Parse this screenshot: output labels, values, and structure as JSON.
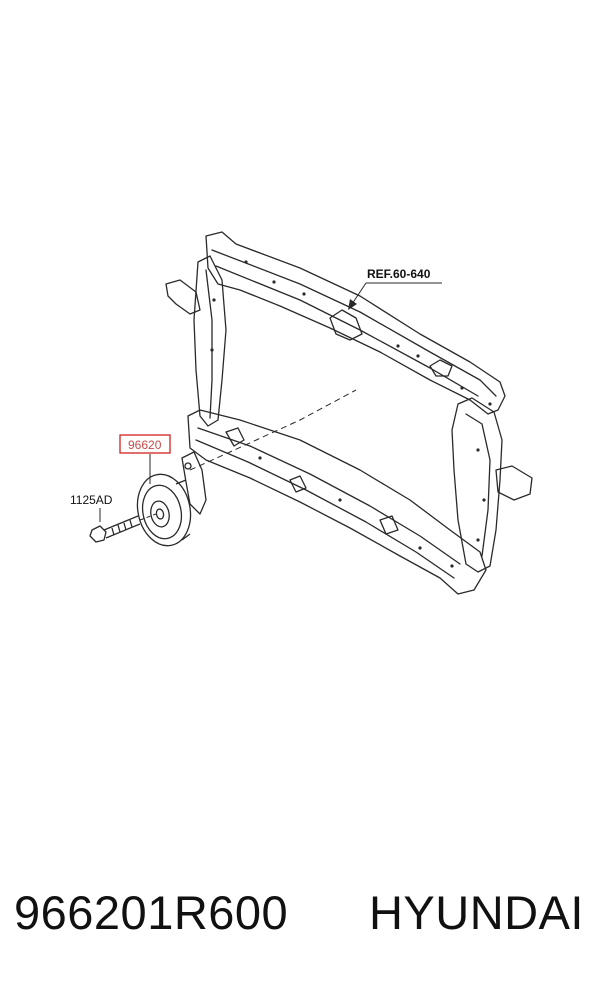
{
  "diagram": {
    "labels": {
      "ref": "REF.60-640",
      "part": "96620",
      "bolt": "1125AD"
    },
    "colors": {
      "line": "#2a2a2a",
      "highlight": "#d42020",
      "part_label": "#c94a4a"
    },
    "icons": [
      "radiator-support-panel-icon",
      "horn-icon",
      "bolt-icon"
    ]
  },
  "caption": {
    "part_number": "966201R600",
    "brand": "HYUNDAI"
  }
}
